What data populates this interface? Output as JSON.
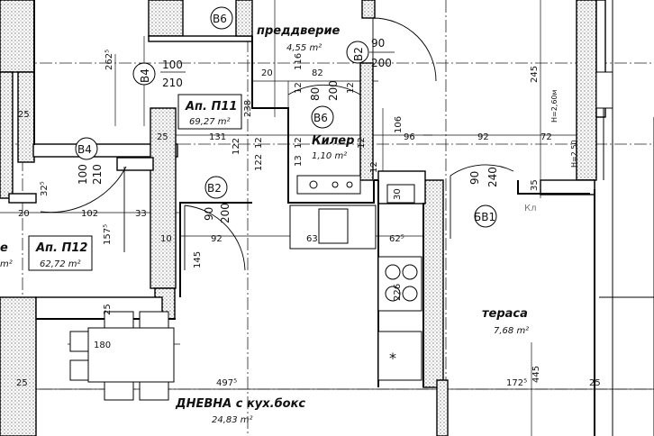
{
  "rooms": {
    "foyer_name": "преддверие",
    "foyer_area": "4,55 m²",
    "apt11_name": "Ап. П11",
    "apt11_area": "69,27 m²",
    "apt12_name": "Ап. П12",
    "apt12_area": "62,72 m²",
    "closet_name": "Килер",
    "closet_area": "1,10 m²",
    "terrace_name": "тераса",
    "terrace_area": "7,68 m²",
    "living_name": "ДНЕВНА с кух.бокс",
    "living_area": "24,83 m²",
    "partial_left_name": "е",
    "partial_left_area": "m²"
  },
  "tags": {
    "b6_top": "B6",
    "b6_mid": "B6",
    "b4_top": "B4",
    "b4_left": "B4",
    "b2_top": "B2",
    "b2_mid": "B2",
    "bb1": "БВ1"
  },
  "doors": {
    "b4_top_w": "100",
    "b4_top_h": "210",
    "b2_top_w": "90",
    "b2_top_h": "200",
    "b4_left_w": "100",
    "b4_left_h": "210",
    "b2_mid_w": "90",
    "b2_mid_h": "200",
    "b6_mid_w": "80",
    "b6_mid_h": "200",
    "bb1_w": "90",
    "bb1_h": "240"
  },
  "dims": {
    "d262": "262⁵",
    "d20a": "20",
    "d82": "82",
    "d116": "116",
    "d12a": "12",
    "d12b": "12",
    "d238": "238",
    "d25a": "25",
    "d25b": "25",
    "d131": "131",
    "d12c": "12",
    "d12d": "12",
    "d12e": "12",
    "d12f": "12",
    "d106": "106",
    "d96": "96",
    "d92a": "92",
    "d72": "72",
    "d245": "245",
    "d122a": "122",
    "d122b": "122",
    "d13": "13",
    "d32": "32⁵",
    "d20b": "20",
    "d102": "102",
    "d33": "33",
    "d157": "157⁵",
    "d10": "10",
    "d92b": "92",
    "d145": "145",
    "d63": "63",
    "d62": "62⁵",
    "d30": "30",
    "d35": "35",
    "d25c": "25",
    "d180": "180",
    "d226": "226",
    "d497": "497⁵",
    "d25d": "25",
    "d172": "172⁵",
    "d445": "445",
    "d25e": "25",
    "h260": "H=2,60м",
    "h250": "H=2,50",
    "kl": "Кл"
  }
}
